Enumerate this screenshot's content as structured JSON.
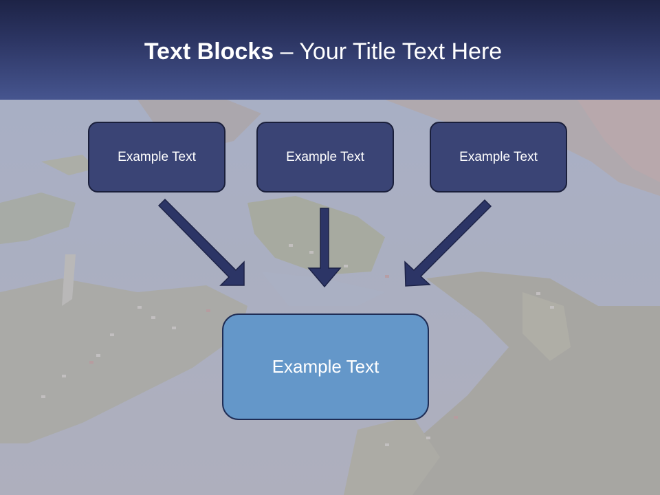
{
  "title": {
    "bold": "Text Blocks",
    "separator": "–",
    "rest": "Your Title Text Here"
  },
  "boxes": {
    "top": [
      "Example Text",
      "Example Text",
      "Example Text"
    ],
    "bottom": "Example Text"
  },
  "colors": {
    "header_top": "#1d2346",
    "header_bottom": "#46558f",
    "small_box_fill": "#3a4475",
    "big_box_fill": "#6497c9",
    "arrow_fill": "#2c3566"
  }
}
